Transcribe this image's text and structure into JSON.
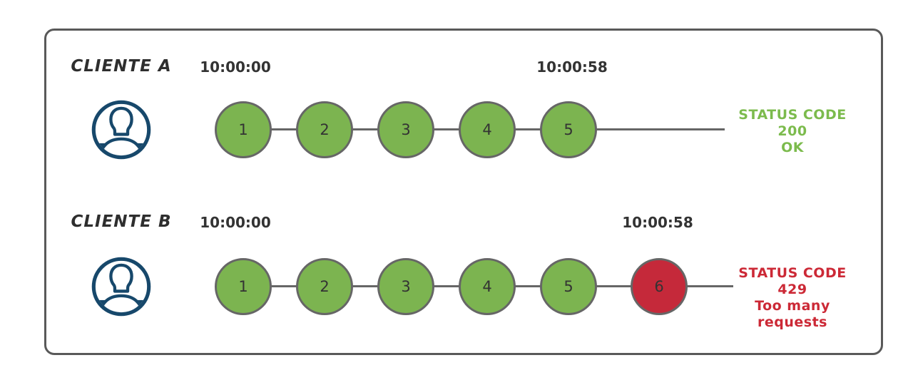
{
  "rows": [
    {
      "client": "CLIENTE A",
      "time_start": "10:00:00",
      "time_end": "10:00:58",
      "requests": [
        "1",
        "2",
        "3",
        "4",
        "5"
      ],
      "status_line1": "STATUS CODE 200",
      "status_line2": "OK"
    },
    {
      "client": "CLIENTE B",
      "time_start": "10:00:00",
      "time_end": "10:00:58",
      "requests": [
        "1",
        "2",
        "3",
        "4",
        "5",
        "6"
      ],
      "status_line1": "STATUS CODE 429",
      "status_line2": "Too many requests"
    }
  ],
  "icons": {
    "client_icon": "user-avatar-icon"
  },
  "colors": {
    "request_ok": "#7cb450",
    "request_blocked": "#c5293a",
    "status_ok_text": "#7cbb4d",
    "status_error_text": "#cc2936",
    "avatar": "#17486b",
    "line": "#666666",
    "circle_border": "#666666",
    "panel_border": "#595959"
  }
}
